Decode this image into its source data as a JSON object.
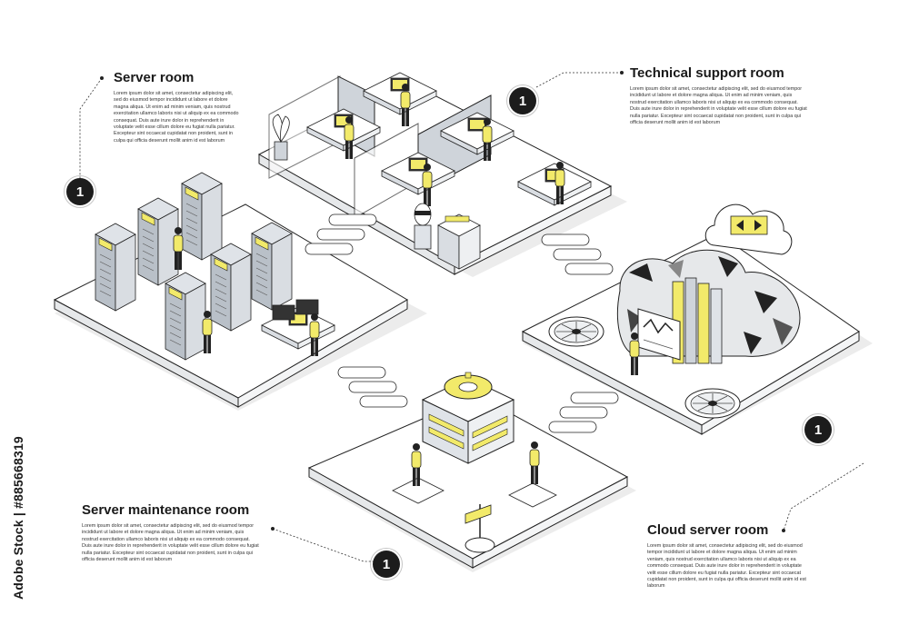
{
  "rooms": {
    "server": {
      "title": "Server room",
      "badge": "1",
      "body": "Lorem ipsum dolor sit amet, consectetur adipiscing elit, sed do eiusmod tempor incididunt ut labore et dolore magna aliqua. Ut enim ad minim veniam, quis nostrud exercitation ullamco laboris nisi ut aliquip ex ea commodo consequat. Duis aute irure dolor in reprehenderit in voluptate velit esse cillum dolore eu fugiat nulla pariatur. Excepteur sint occaecat cupidatat non proident, sunt in culpa qui officia deserunt mollit anim id est laborum"
    },
    "technical_support": {
      "title": "Technical support room",
      "badge": "1",
      "body": "Lorem ipsum dolor sit amet, consectetur adipiscing elit, sed do eiusmod tempor incididunt ut labore et dolore magna aliqua. Ut enim ad minim veniam, quis nostrud exercitation ullamco laboris nisi ut aliquip ex ea commodo consequat. Duis aute irure dolor in reprehenderit in voluptate velit esse cillum dolore eu fugiat nulla pariatur. Excepteur sint occaecat cupidatat non proident, sunt in culpa qui officia deserunt mollit anim id est laborum"
    },
    "server_maintenance": {
      "title": "Server maintenance room",
      "badge": "1",
      "body": "Lorem ipsum dolor sit amet, consectetur adipiscing elit, sed do eiusmod tempor incididunt ut labore et dolore magna aliqua. Ut enim ad minim veniam, quis nostrud exercitation ullamco laboris nisi ut aliquip ex ea commodo consequat. Duis aute irure dolor in reprehenderit in voluptate velit esse cillum dolore eu fugiat nulla pariatur. Excepteur sint occaecat cupidatat non proident, sunt in culpa qui officia deserunt mollit anim id est laborum"
    },
    "cloud_server": {
      "title": "Cloud server room",
      "badge": "1",
      "body": "Lorem ipsum dolor sit amet, consectetur adipiscing elit, sed do eiusmod tempor incididunt ut labore et dolore magna aliqua. Ut enim ad minim veniam, quis nostrud exercitation ullamco laboris nisi ut aliquip ex ea commodo consequat. Duis aute irure dolor in reprehenderit in voluptate velit esse cillum dolore eu fugiat nulla pariatur. Excepteur sint occaecat cupidatat non proident, sunt in culpa qui officia deserunt mollit anim id est laborum"
    }
  },
  "watermark": {
    "side_text": "Adobe Stock | #885668319"
  },
  "colors": {
    "accent": "#f2ea6a",
    "ink": "#1c1c1c",
    "floor": "#ffffff",
    "shadow": "#ececec",
    "rack": "#bcc2ca"
  }
}
